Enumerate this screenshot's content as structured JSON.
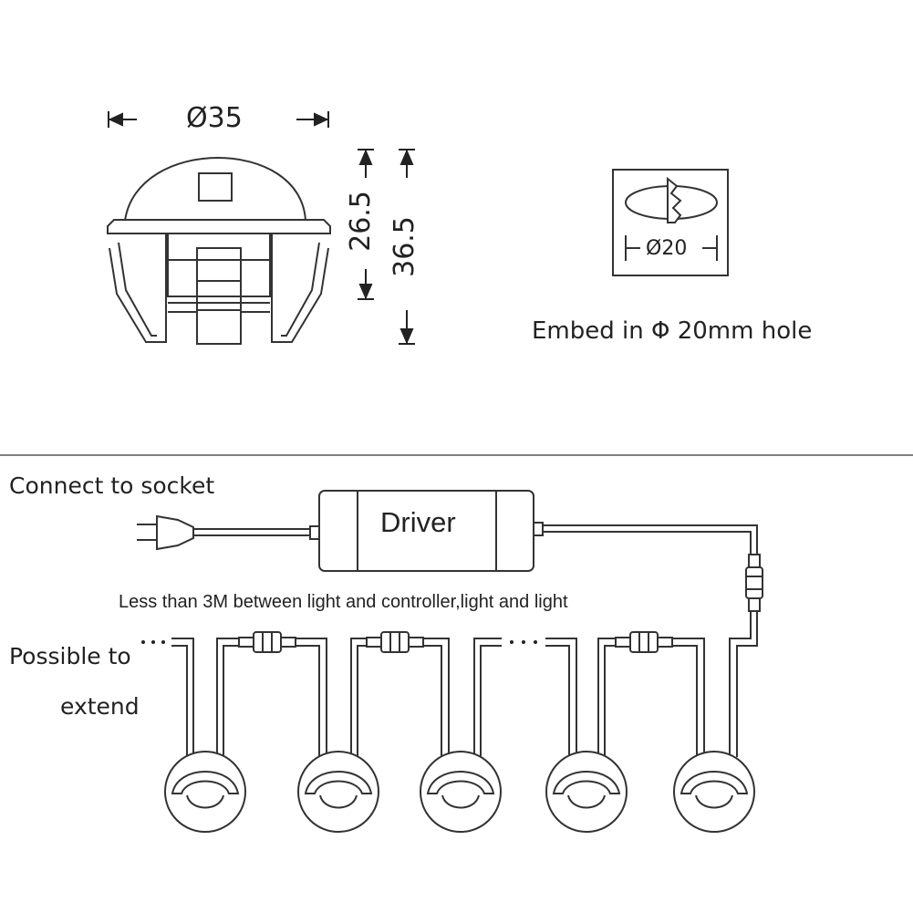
{
  "dimensions": {
    "width_label": "Ø35",
    "height_inner_label": "26.5",
    "height_total_label": "36.5",
    "hole_label": "Ø20"
  },
  "embed_note": "Embed in Φ 20mm hole",
  "wiring": {
    "socket_label": "Connect to socket",
    "driver_label": "Driver",
    "distance_note": "Less than 3M between light and controller,light and light",
    "extend_label_line1": "Possible to",
    "extend_label_line2": "extend",
    "light_count": 5
  },
  "colors": {
    "line": "#333333",
    "text": "#222222",
    "divider": "#555555"
  }
}
